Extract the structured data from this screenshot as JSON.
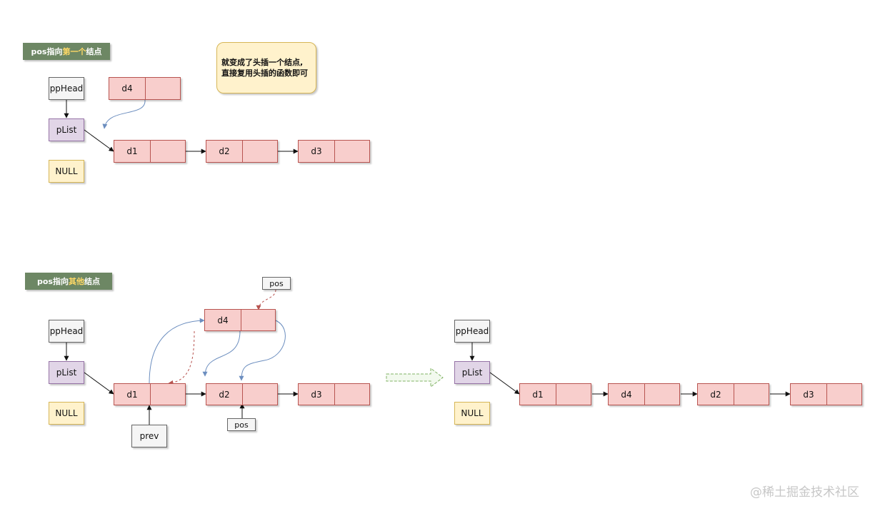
{
  "sections": [
    {
      "title_prefix": "pos指向",
      "title_highlight": "第一个",
      "title_suffix": "结点"
    },
    {
      "title_prefix": "pos指向",
      "title_highlight": "其他",
      "title_suffix": "结点"
    }
  ],
  "note": {
    "line1": "就变成了头插一个结点,",
    "line2": "直接复用头插的函数即可"
  },
  "labels": {
    "pphead": "ppHead",
    "plist": "pList",
    "null": "NULL",
    "prev": "prev",
    "pos": "pos",
    "d1": "d1",
    "d2": "d2",
    "d3": "d3",
    "d4": "d4"
  },
  "watermark": "@稀土掘金技术社区",
  "colors": {
    "banner_bg": "#6d8764",
    "banner_highlight": "#ffd966",
    "node_fill": "#f8cecc",
    "node_stroke": "#b85450",
    "plist_fill": "#e1d5e7",
    "null_fill": "#fff2cc",
    "curve_blue": "#6c8ebf",
    "curve_red": "#b85450",
    "result_arrow": "#82b366"
  }
}
